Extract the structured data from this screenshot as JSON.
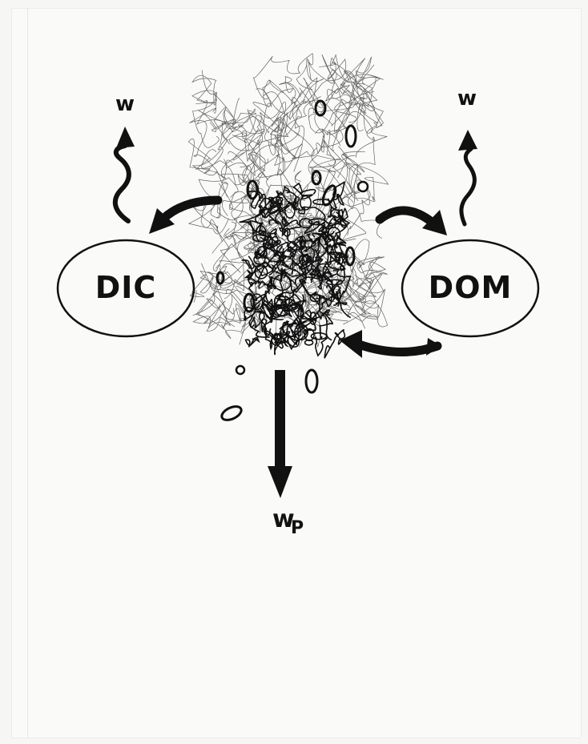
{
  "diagram": {
    "nodes": {
      "dic": {
        "label": "DIC"
      },
      "dom": {
        "label": "DOM"
      }
    },
    "outputs": {
      "w_left": {
        "label": "w"
      },
      "w_right": {
        "label": "w"
      },
      "w_particle": {
        "label": "w",
        "subscript": "P"
      }
    },
    "colors": {
      "ink": "#111111",
      "paper": "#fafaf8"
    }
  }
}
